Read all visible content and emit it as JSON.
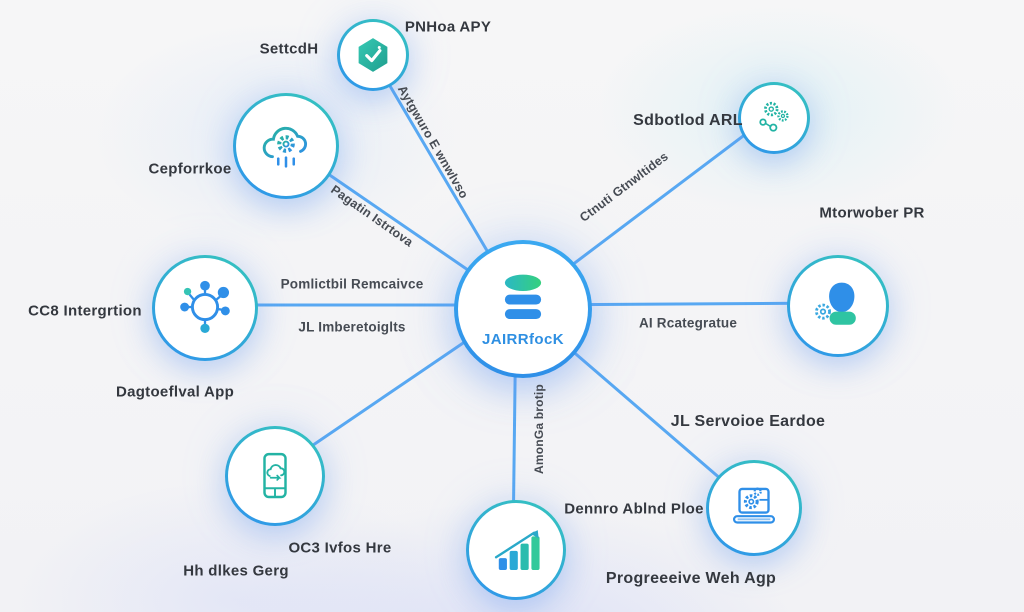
{
  "diagram": {
    "type": "hub-and-spoke",
    "colors": {
      "line_blue": "#58a8f2",
      "node_border_blue": "#2f93ee",
      "node_border_teal": "#35c6bc",
      "icon_blue": "#2f8fe8",
      "icon_teal": "#23b3a4",
      "icon_green": "#35d07e",
      "label_text": "#34383f",
      "background": "#f5f5f6"
    },
    "center_node": {
      "label": "JAIRRfocK",
      "icon": "database-icon"
    },
    "satellite_nodes": [
      {
        "id": "hexagon",
        "icon": "hexagon-check-icon"
      },
      {
        "id": "cloud",
        "icon": "cloud-gear-icon"
      },
      {
        "id": "network",
        "icon": "network-nodes-icon"
      },
      {
        "id": "phone",
        "icon": "phone-sync-icon"
      },
      {
        "id": "chart",
        "icon": "bar-chart-growth-icon"
      },
      {
        "id": "laptop",
        "icon": "laptop-gear-icon"
      },
      {
        "id": "person",
        "icon": "person-gear-icon"
      },
      {
        "id": "gears",
        "icon": "gears-cluster-icon"
      }
    ],
    "floating_labels": {
      "settcdh": "SettcdH",
      "pnhoa_apy": "PNHoa APY",
      "cepforrkoe": "Cepforrkoe",
      "sdbotlod_arl": "Sdbotlod ARL",
      "mtorwober_pr": "Mtorwober PR",
      "cc8_intergrtion": "CC8 Intergrtion",
      "dagtoeflval_app": "Dagtoeflval App",
      "jl_servoioe_eardoe": "JL Servoioe Eardoe",
      "dennro_ablnd_ploe": "Dennro Ablnd Ploe",
      "oc3_ivfos_hre": "OC3 Ivfos Hre",
      "hh_dlkes_gerg": "Hh dlkes Gerg",
      "progreeeive_weh_agp": "Progreeeive Weh Agp"
    },
    "edge_labels": {
      "pomlictbil_remcaivce": "Pomlictbil Remcaivce",
      "jl_imberetoiglts": "JL Imberetoiglts",
      "ai_rcategratue": "AI Rcategratue",
      "aytgwuro_e_wnwlvso": "Aytgwuro E wnwlvso",
      "pagatin_istrtova": "Pagatin Istrtova",
      "ctnuti_gtnwltides": "Ctnuti Gtnwltides",
      "amonga_brotip": "AmonGa brotip"
    }
  }
}
